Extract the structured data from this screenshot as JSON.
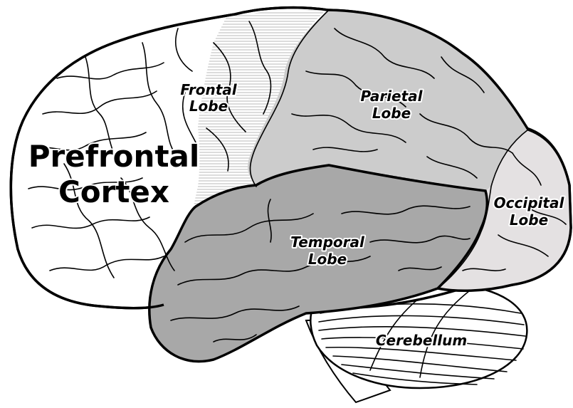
{
  "diagram": {
    "labels": {
      "prefrontal_line1": "Prefrontal",
      "prefrontal_line2": "Cortex",
      "frontal_line1": "Frontal",
      "frontal_line2": "Lobe",
      "parietal_line1": "Parietal",
      "parietal_line2": "Lobe",
      "temporal_line1": "Temporal",
      "temporal_line2": "Lobe",
      "occipital_line1": "Occipital",
      "occipital_line2": "Lobe",
      "cerebellum": "Cerebellum"
    },
    "colors": {
      "prefrontal": "#ffffff",
      "frontal_hatch": "#b8b8b8",
      "parietal": "#cccccc",
      "temporal": "#a8a8a8",
      "occipital": "#e4e1e2",
      "cerebellum": "#ffffff",
      "outline": "#000000"
    }
  }
}
